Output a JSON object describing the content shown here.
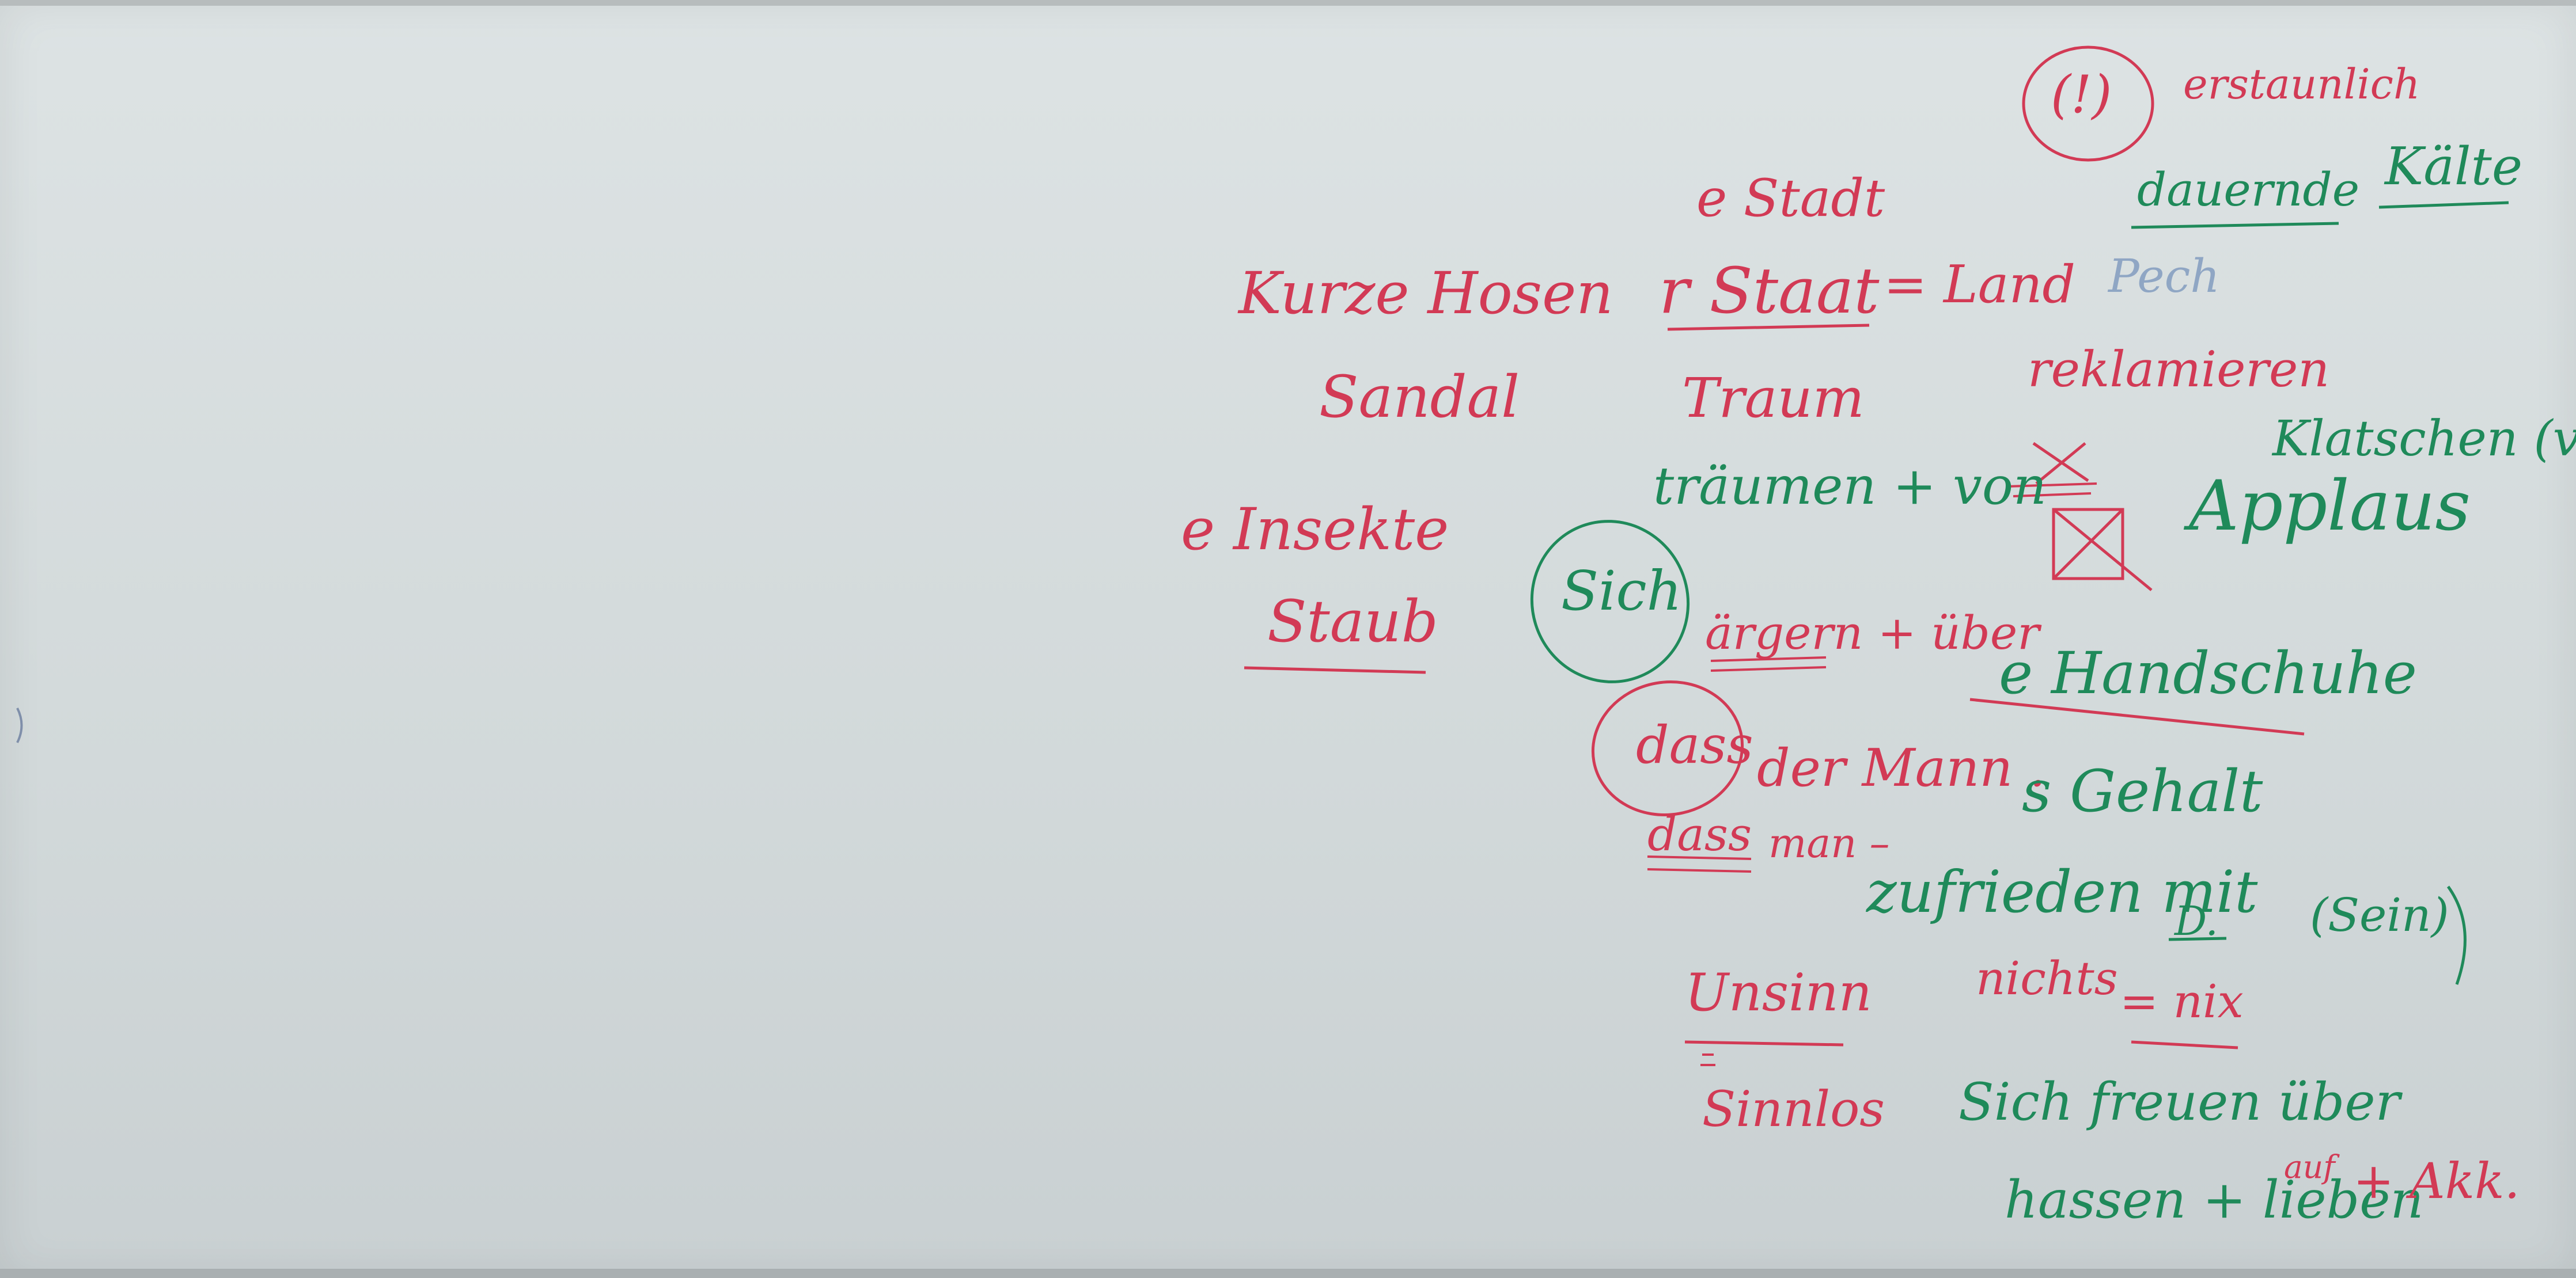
{
  "board": {
    "top_right": {
      "exclaim": "(!)",
      "erstaunlich": "erstaunlich",
      "dauernde": "dauernde",
      "kaelte": "Kälte",
      "pech": "Pech"
    },
    "left_column": {
      "kurze_hosen": "Kurze Hosen",
      "sandal": "Sandal",
      "insekte": "e Insekte",
      "staub": "Staub"
    },
    "middle_column": {
      "stadt": "e Stadt",
      "staat": "r Staat",
      "land": "= Land",
      "traum": "Traum",
      "traeumen": "träumen + von",
      "sich": "Sich",
      "aergern": "ärgern + über",
      "dass1": "dass",
      "der_mann": "der Mann .",
      "dass2": "dass",
      "man": "man –",
      "zufrieden": "zufrieden mit",
      "d": "D.",
      "sein": "(Sein)",
      "unsinn": "Unsinn",
      "sinnlos": "Sinnlos",
      "nichts": "nichts",
      "nix": "= nix"
    },
    "right_column": {
      "reklamieren": "reklamieren",
      "klatschen": "Klatschen (vi)",
      "applaus": "Applaus",
      "handschuhe": "e Handschuhe",
      "gehalt": "s Gehalt",
      "sich_freuen": "Sich freuen über",
      "auf": "auf",
      "hassen": "hassen + lieben",
      "akk": "+ Akk."
    }
  },
  "colors": {
    "red_marker": "#d23a55",
    "green_marker": "#1f8a5a",
    "board": "#d8dede"
  }
}
